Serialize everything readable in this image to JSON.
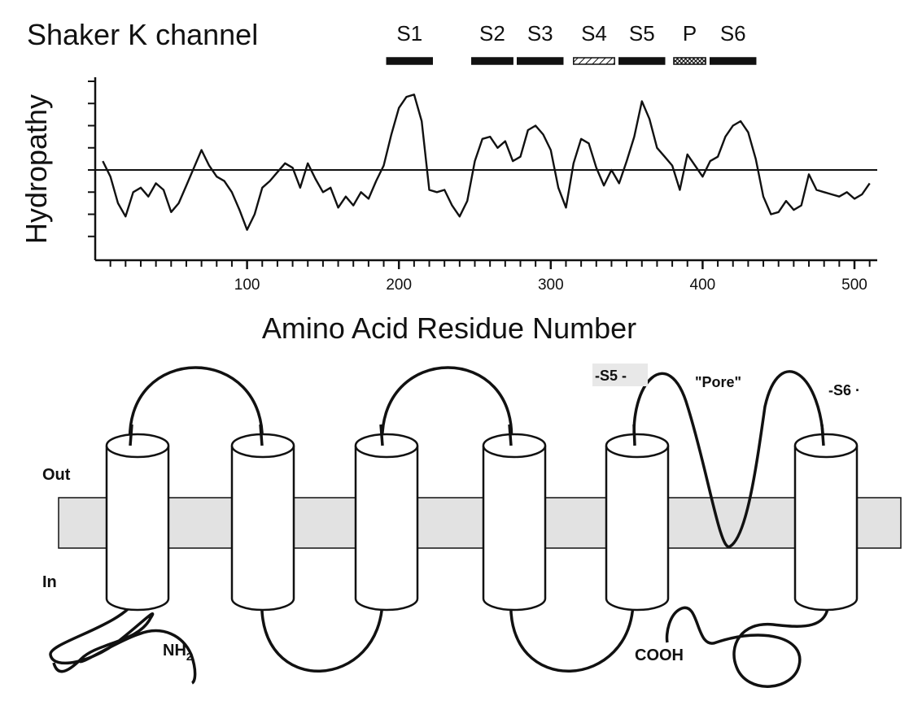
{
  "chart_data": {
    "type": "line",
    "title": "Shaker K channel",
    "xlabel": "Amino Acid Residue Number",
    "ylabel": "Hydropathy",
    "xlim": [
      0,
      515
    ],
    "xticks": [
      100,
      200,
      300,
      400,
      500
    ],
    "ylim": [
      -4,
      4
    ],
    "series": [
      {
        "x": [
          5,
          10,
          15,
          20,
          25,
          30,
          35,
          40,
          45,
          50,
          55,
          60,
          65,
          70,
          75,
          80,
          85,
          90,
          95,
          100,
          105,
          110,
          115,
          120,
          125,
          130,
          135,
          140,
          145,
          150,
          155,
          160,
          165,
          170,
          175,
          180,
          185,
          190,
          195,
          200,
          205,
          210,
          215,
          220,
          225,
          230,
          235,
          240,
          245,
          250,
          255,
          260,
          265,
          270,
          275,
          280,
          285,
          290,
          295,
          300,
          305,
          310,
          315,
          320,
          325,
          330,
          335,
          340,
          345,
          350,
          355,
          360,
          365,
          370,
          375,
          380,
          385,
          390,
          395,
          400,
          405,
          410,
          415,
          420,
          425,
          430,
          435,
          440,
          445,
          450,
          455,
          460,
          465,
          470,
          475,
          480,
          485,
          490,
          495,
          500,
          505,
          510
        ],
        "y": [
          0.4,
          -0.3,
          -1.5,
          -2.1,
          -1.0,
          -0.8,
          -1.2,
          -0.6,
          -0.9,
          -1.9,
          -1.5,
          -0.7,
          0.1,
          0.9,
          0.2,
          -0.3,
          -0.5,
          -1.0,
          -1.8,
          -2.7,
          -2.0,
          -0.8,
          -0.5,
          -0.1,
          0.3,
          0.1,
          -0.8,
          0.3,
          -0.4,
          -1.0,
          -0.8,
          -1.7,
          -1.2,
          -1.6,
          -1.0,
          -1.3,
          -0.5,
          0.2,
          1.6,
          2.8,
          3.3,
          3.4,
          2.2,
          -0.9,
          -1.0,
          -0.9,
          -1.6,
          -2.1,
          -1.4,
          0.4,
          1.4,
          1.5,
          1.0,
          1.3,
          0.4,
          0.6,
          1.8,
          2.0,
          1.6,
          0.9,
          -0.8,
          -1.7,
          0.3,
          1.4,
          1.2,
          0.1,
          -0.7,
          0.0,
          -0.6,
          0.4,
          1.5,
          3.1,
          2.3,
          1.0,
          0.6,
          0.2,
          -0.9,
          0.7,
          0.2,
          -0.3,
          0.4,
          0.6,
          1.5,
          2.0,
          2.2,
          1.7,
          0.5,
          -1.2,
          -2.0,
          -1.9,
          -1.4,
          -1.8,
          -1.6,
          -0.2,
          -0.9,
          -1.0,
          -1.1,
          -1.2,
          -1.0,
          -1.3,
          -1.1,
          -0.6
        ]
      }
    ],
    "segments": [
      {
        "label": "S1",
        "start": 192,
        "end": 222,
        "style": "solid"
      },
      {
        "label": "S2",
        "start": 248,
        "end": 275,
        "style": "solid"
      },
      {
        "label": "S3",
        "start": 278,
        "end": 308,
        "style": "solid"
      },
      {
        "label": "S4",
        "start": 315,
        "end": 342,
        "style": "hatched"
      },
      {
        "label": "S5",
        "start": 345,
        "end": 375,
        "style": "solid"
      },
      {
        "label": "P",
        "start": 381,
        "end": 402,
        "style": "crosshatched"
      },
      {
        "label": "S6",
        "start": 405,
        "end": 435,
        "style": "solid"
      }
    ],
    "grid": false,
    "zero_line": true
  },
  "diagram": {
    "label_out": "Out",
    "label_in": "In",
    "label_s5": "-S5 -",
    "label_pore": "\"Pore\"",
    "label_s6": "-S6 ·",
    "label_nh2_main": "NH",
    "label_nh2_sub": "2",
    "label_cooh": "COOH",
    "membrane_color": "#e2e2e2",
    "helix_count": 6
  }
}
